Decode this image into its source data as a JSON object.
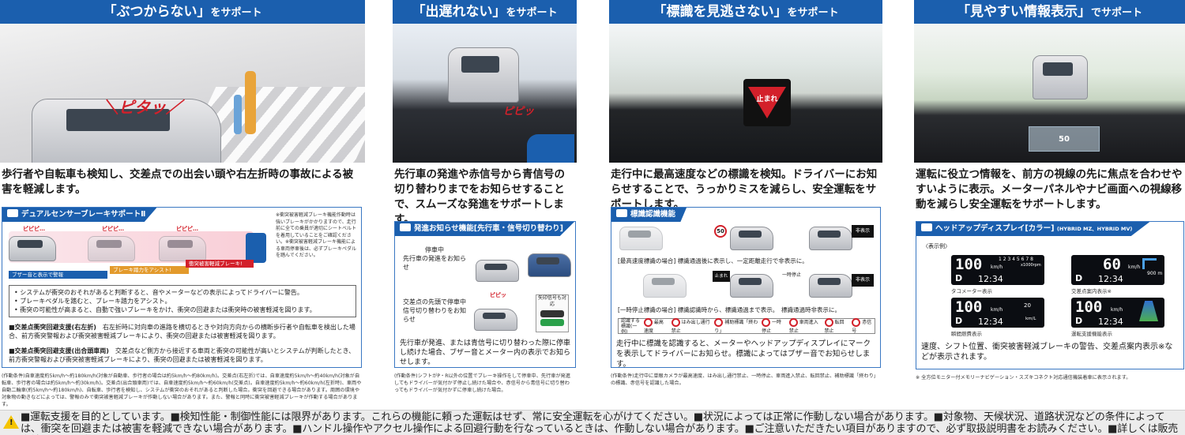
{
  "panels": {
    "p1": {
      "header_main": "「ぶつからない」",
      "header_suffix": "をサポート",
      "sfx": "＼ピタッ／",
      "lead": "歩行者や自転車も検知し、交差点での出会い頭や右左折時の事故による被害を軽減します。",
      "feature_title": "デュアルセンサーブレーキサポートⅡ",
      "diagram_labels": {
        "pipipi": "ピピピ…",
        "buzzer": "ブザー音と表示で警報",
        "assist": "ブレーキ踏力をアシスト!",
        "auto_brake": "衝突被害軽減ブレーキ!"
      },
      "side_note": "※衝突被害軽減ブレーキ機能作動時は強いブレーキがかかりますので、走行前に全ての乗員が適切にシートベルトを着用していることをご確認ください。※衝突被害軽減ブレーキ機能による車両停車後は、必ずブレーキペダルを踏んでください。",
      "bullets": [
        "システムが衝突のおそれがあると判断すると、音やメーターなどの表示によってドライバーに警告。",
        "ブレーキペダルを踏むと、ブレーキ踏力をアシスト。",
        "衝突の可能性が高まると、自動で強いブレーキをかけ、衝突の回避または衝突時の被害軽減を図ります。"
      ],
      "right_turn_head": "■交差点衝突回避支援(右左折)",
      "right_turn_text": "右左折時に対向車の進路を横切るときや対向方向からの横断歩行者や自転車を検出した場合、前方衝突警報および衝突被害軽減ブレーキにより、衝突の回避または被害軽減を図ります。",
      "crossing_head": "■交差点衝突回避支援(出合頭車両)",
      "crossing_text": "交差点など側方から接近する車両と衝突の可能性が高いとシステムが判断したとき、前方衝突警報および衝突被害軽減ブレーキにより、衝突の回避または被害軽減を図ります。",
      "footnote": "(作動条件)自車速度約5km/h〜約180km/h(対象が自動車、歩行者の場合は約5km/h〜約80km/h)。交差点(右左折)では、自車速度約5km/h〜約40km/h(対象が自転車、歩行者の場合は約5km/h〜約30km/h)。交差点(出合頭車両)では、自車速度約5km/h〜約60km/h(交差点)。自車速度約5km/h〜約60km/h(左折時)、車両や自動二輪車(約5km/h〜約180km/h)、自転車、歩行者を検知し、システムが衝突のおそれがあると判断した場合。衝突を回避できる場合があります。周囲の環境や対象物の動きなどによっては、警報のみで衝突被害軽減ブレーキが作動しない場合があります。また、警報と同時に衝突被害軽減ブレーキが作動する場合があります。"
    },
    "p2": {
      "header_main": "「出遅れない」",
      "header_suffix": "をサポート",
      "sfx": "ピピッ",
      "lead": "先行車の発進や赤信号から青信号の切り替わりまでをお知らせすることで、スムーズな発進をサポートします。",
      "feature_title": "発進お知らせ機能[先行車・信号切り替わり]",
      "case1_label": "停車中",
      "case1_text": "先行車の発進をお知らせ",
      "case2_text": "交差点の先頭で停車中信号切り替わりをお知らせ",
      "arrow_label": "矢印信号も対応",
      "pipi": "ピピッ",
      "body": "先行車が発進、または青信号に切り替わった際に停車し続けた場合、ブザー音とメーター内の表示でお知らせします。",
      "footnote": "(作動条件)シフトがP・R以外の位置でブレーキ操作をして停車中、先行車が発進してもドライバーが気付かず停止し続けた場合や、赤信号から青信号に切り替わってもドライバーが気付かずに停車し続けた場合。"
    },
    "p3": {
      "header_main": "「標識を見逃さない」",
      "header_suffix": "をサポート",
      "sign_text": "止まれ",
      "lead": "走行中に最高速度などの標識を検知。ドライバーにお知らせすることで、うっかりミスを減らし、安全運転をサポートします。",
      "feature_title": "標識認識機能",
      "speed_sign": "50",
      "hide_label": "非表示",
      "caption1": "[最高速度標識の場合] 標識通過後に表示し、一定距離走行で非表示に。",
      "stop_sign": "止まれ",
      "caption2": "[一時停止標識の場合] 標識認識時から、標識通過まで表示。",
      "caption2b": "標識通過時非表示に。",
      "stop_small": "一時停止",
      "legend_label": "認識する標識(一例)",
      "legend": [
        "最高速度",
        "はみ出し通行禁止",
        "補助標識「終わり」",
        "一時停止",
        "車両進入禁止",
        "転回禁止",
        "赤信号"
      ],
      "body": "走行中に標識を認識すると、メーターやヘッドアップディスプレイにマークを表示してドライバーにお知らせ。標識によってはブザー音でお知らせします。",
      "footnote": "(作動条件)走行中に単眼カメラが最高速度、はみ出し通行禁止、一時停止、車両進入禁止、転回禁止、補助標識「終わり」の標識、赤信号を認識した場合。"
    },
    "p4": {
      "header_main": "「見やすい情報表示」",
      "header_suffix": "でサポート",
      "hud_speed": "50",
      "lead": "運転に役立つ情報を、前方の視線の先に焦点を合わせやすいように表示。メーターパネルやナビ画面への視線移動を減らし安全運転をサポートします。",
      "feature_title": "ヘッドアップディスプレイ[カラー]",
      "feature_title_sub": "(HYBRID MZ、HYBRID MV)",
      "example_label": "〈表示例〉",
      "tiles": [
        {
          "big": "100",
          "unit": "km/h",
          "gear": "D",
          "time": "12:34",
          "extra": "1 2 3 4 5 6 7 8",
          "extra2": "x1000rpm",
          "caption": "タコメーター表示"
        },
        {
          "big": "60",
          "unit": "km/h",
          "gear": "D",
          "time": "12:34",
          "extra": "900 m",
          "extra2": "",
          "caption": "交差点案内表示※"
        },
        {
          "big": "100",
          "unit": "km/h",
          "gear": "D",
          "time": "12:34",
          "extra": "20",
          "extra2": "km/L",
          "caption": "瞬間燃費表示"
        },
        {
          "big": "100",
          "unit": "km/h",
          "gear": "D",
          "time": "12:34",
          "extra": "",
          "extra2": "",
          "caption": "運転支援機能表示"
        }
      ],
      "body": "速度、シフト位置、衝突被害軽減ブレーキの警告、交差点案内表示※などが表示されます。",
      "footnote": "※ 全方位モニター付メモリーナビゲーション・スズキコネクト対応通信機装着車に表示されます。"
    }
  },
  "caution": {
    "icon": "!",
    "text": "■運転支援を目的としています。■検知性能・制御性能には限界があります。これらの機能に頼った運転はせず、常に安全運転を心がけてください。■状況によっては正常に作動しない場合があります。■対象物、天候状況、道路状況などの条件によっては、衝突を回避または被害を軽減できない場合があります。■ハンドル操作やアクセル操作による回避行動を行なっているときは、作動しない場合があります。■ご注意いただきたい項目がありますので、必ず取扱説明書をお読みください。■詳しくは販売会社にお問い合わせください。"
  },
  "colors": {
    "header_blue": "#1b5fae",
    "box_border": "#3a78c3",
    "warn_red": "#d3202a",
    "caution_bg": "#ececec",
    "caution_icon": "#f5c400"
  }
}
